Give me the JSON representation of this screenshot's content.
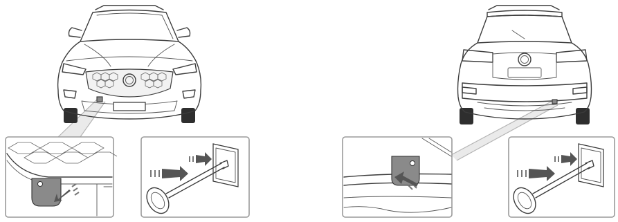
{
  "figure": {
    "views": [
      {
        "vehicle": "front-view-car",
        "detail_panels": [
          "front-tow-cover-detail",
          "front-tow-eye-install-detail"
        ]
      },
      {
        "vehicle": "rear-view-car",
        "detail_panels": [
          "rear-tow-cover-detail",
          "rear-tow-eye-install-detail"
        ]
      }
    ],
    "colors": {
      "line": "#3c3c3c",
      "panel_border": "#9a9a9a",
      "cover": "#8a8a8a",
      "arrow": "#555555"
    }
  }
}
